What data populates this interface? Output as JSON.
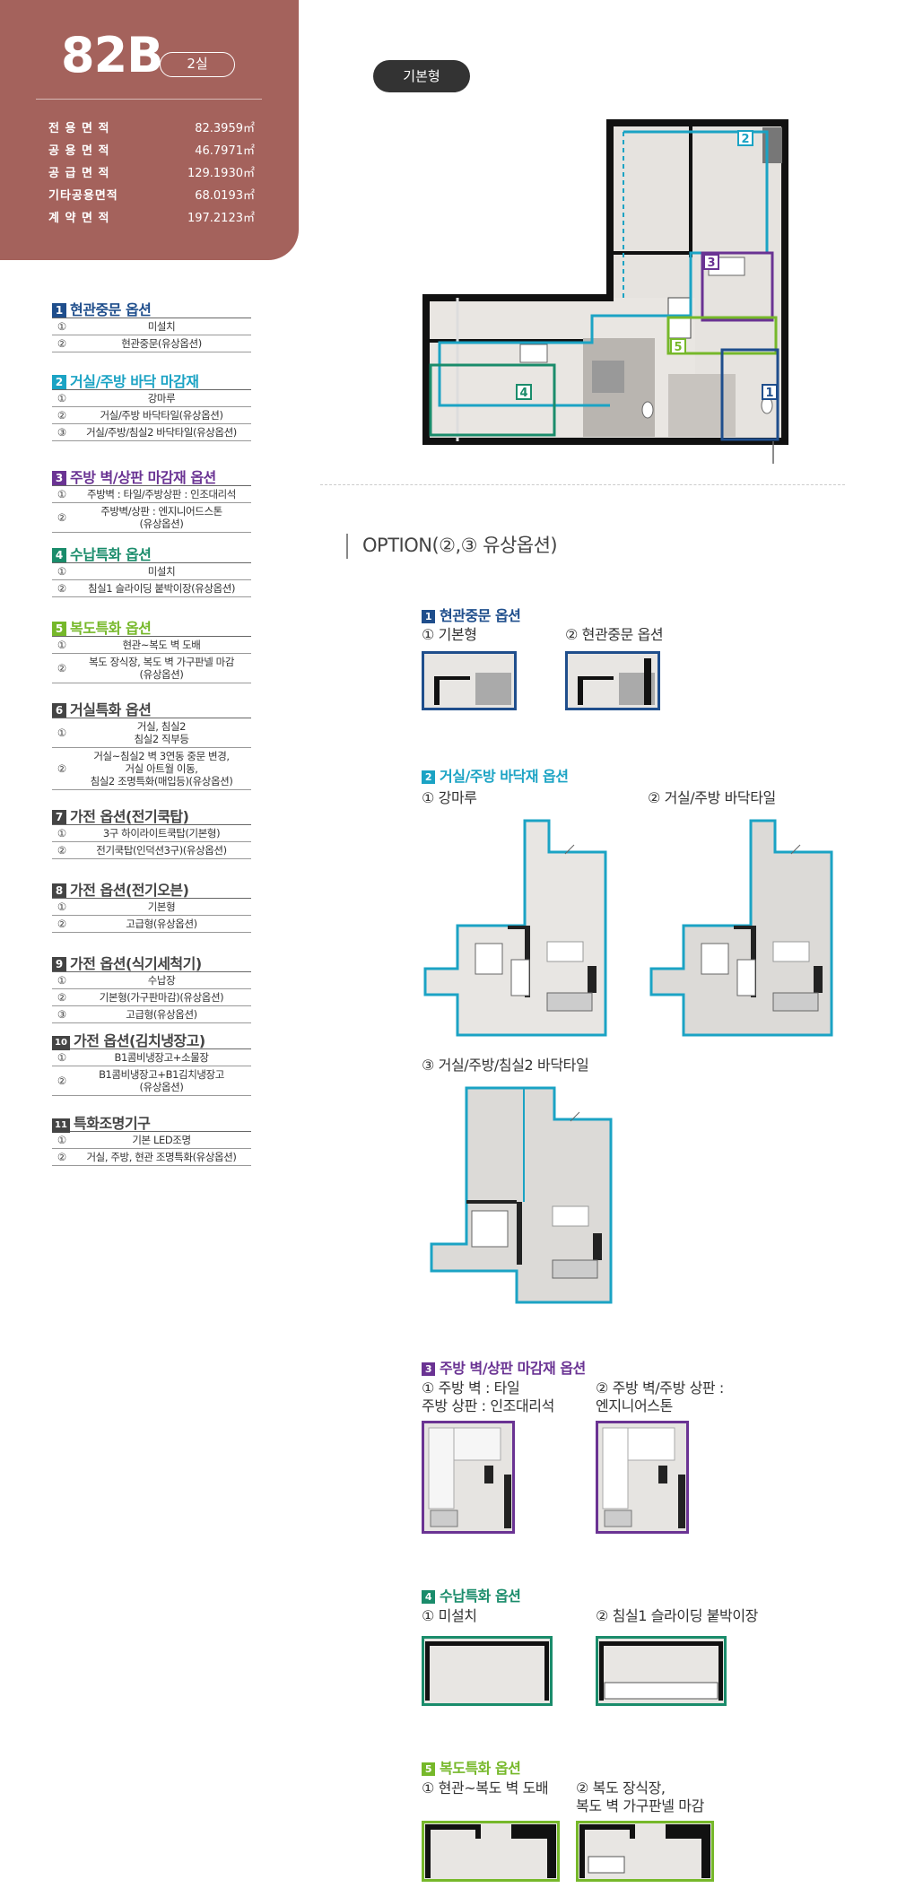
{
  "header": {
    "type": "82B",
    "rooms": "2실",
    "areas": [
      {
        "label": "전 용 면 적",
        "value": "82.3959㎡"
      },
      {
        "label": "공 용 면 적",
        "value": "46.7971㎡"
      },
      {
        "label": "공 급 면 적",
        "value": "129.1930㎡"
      },
      {
        "label": "기타공용면적",
        "value": "68.0193㎡"
      },
      {
        "label": "계 약 면 적",
        "value": "197.2123㎡"
      }
    ]
  },
  "options": [
    {
      "num": "1",
      "title": "현관중문 옵션",
      "color": "#1f4e8c",
      "items": [
        {
          "n": "①",
          "text": "미설치"
        },
        {
          "n": "②",
          "text": "현관중문(유상옵션)"
        }
      ]
    },
    {
      "num": "2",
      "title": "거실/주방 바닥 마감재",
      "color": "#1ba3c4",
      "items": [
        {
          "n": "①",
          "text": "강마루"
        },
        {
          "n": "②",
          "text": "거실/주방 바닥타일(유상옵션)"
        },
        {
          "n": "③",
          "text": "거실/주방/침실2 바닥타일(유상옵션)"
        }
      ]
    },
    {
      "num": "3",
      "title": "주방 벽/상판 마감재 옵션",
      "color": "#6a3393",
      "items": [
        {
          "n": "①",
          "text": "주방벽 : 타일/주방상판 : 인조대리석"
        },
        {
          "n": "②",
          "text": "주방벽/상판 : 엔지니어드스톤\n(유상옵션)"
        }
      ]
    },
    {
      "num": "4",
      "title": "수납특화 옵션",
      "color": "#1a8c6b",
      "items": [
        {
          "n": "①",
          "text": "미설치"
        },
        {
          "n": "②",
          "text": "침실1 슬라이딩 붙박이장(유상옵션)"
        }
      ]
    },
    {
      "num": "5",
      "title": "복도특화 옵션",
      "color": "#76b82a",
      "items": [
        {
          "n": "①",
          "text": "현관~복도 벽 도배"
        },
        {
          "n": "②",
          "text": "복도 장식장, 복도 벽 가구판넬 마감\n(유상옵션)"
        }
      ]
    },
    {
      "num": "6",
      "title": "거실특화 옵션",
      "color": "#444444",
      "items": [
        {
          "n": "①",
          "text": "거실, 침실2\n침실2 직부등"
        },
        {
          "n": "②",
          "text": "거실~침실2 벽 3연동 중문 변경,\n거실 아트월 이동,\n침실2 조명특화(매입등)(유상옵션)"
        }
      ]
    },
    {
      "num": "7",
      "title": "가전 옵션(전기쿡탑)",
      "color": "#444444",
      "items": [
        {
          "n": "①",
          "text": "3구 하이라이트쿡탑(기본형)"
        },
        {
          "n": "②",
          "text": "전기쿡탑(인덕션3구)(유상옵션)"
        }
      ]
    },
    {
      "num": "8",
      "title": "가전 옵션(전기오븐)",
      "color": "#444444",
      "items": [
        {
          "n": "①",
          "text": "기본형"
        },
        {
          "n": "②",
          "text": "고급형(유상옵션)"
        }
      ]
    },
    {
      "num": "9",
      "title": "가전 옵션(식기세척기)",
      "color": "#444444",
      "items": [
        {
          "n": "①",
          "text": "수납장"
        },
        {
          "n": "②",
          "text": "기본형(가구판마감)(유상옵션)"
        },
        {
          "n": "③",
          "text": "고급형(유상옵션)"
        }
      ]
    },
    {
      "num": "10",
      "title": "가전 옵션(김치냉장고)",
      "color": "#444444",
      "items": [
        {
          "n": "①",
          "text": "B1콤비냉장고+소물장"
        },
        {
          "n": "②",
          "text": "B1콤비냉장고+B1김치냉장고\n(유상옵션)"
        }
      ]
    },
    {
      "num": "11",
      "title": "특화조명기구",
      "color": "#444444",
      "items": [
        {
          "n": "①",
          "text": "기본 LED조명"
        },
        {
          "n": "②",
          "text": "거실, 주방, 현관 조명특화(유상옵션)"
        }
      ]
    }
  ],
  "plan": {
    "pill": "기본형",
    "markers": [
      "1",
      "2",
      "3",
      "4",
      "5"
    ]
  },
  "option_section": {
    "heading": "OPTION(②,③ 유상옵션)",
    "s1": {
      "num": "1",
      "title": "현관중문 옵션",
      "a": "① 기본형",
      "b": "② 현관중문 옵션"
    },
    "s2": {
      "num": "2",
      "title": "거실/주방 바닥재 옵션",
      "a": "① 강마루",
      "b": "② 거실/주방 바닥타일",
      "c": "③  거실/주방/침실2 바닥타일"
    },
    "s3": {
      "num": "3",
      "title": "주방 벽/상판 마감재 옵션",
      "a1": "① 주방 벽 : 타일",
      "a2": "    주방 상판 : 인조대리석",
      "b1": "② 주방 벽/주방 상판 :",
      "b2": "    엔지니어스톤"
    },
    "s4": {
      "num": "4",
      "title": "수납특화 옵션",
      "a": "① 미설치",
      "b": "② 침실1 슬라이딩 붙박이장"
    },
    "s5": {
      "num": "5",
      "title": "복도특화 옵션",
      "a": "① 현관~복도 벽 도배",
      "b1": "② 복도 장식장,",
      "b2": "    복도 벽 가구판넬 마감"
    }
  },
  "colors": {
    "header_bg": "#a4625c",
    "opt1": "#1f4e8c",
    "opt2": "#1ba3c4",
    "opt3": "#6a3393",
    "opt4": "#1a8c6b",
    "opt5": "#76b82a"
  }
}
